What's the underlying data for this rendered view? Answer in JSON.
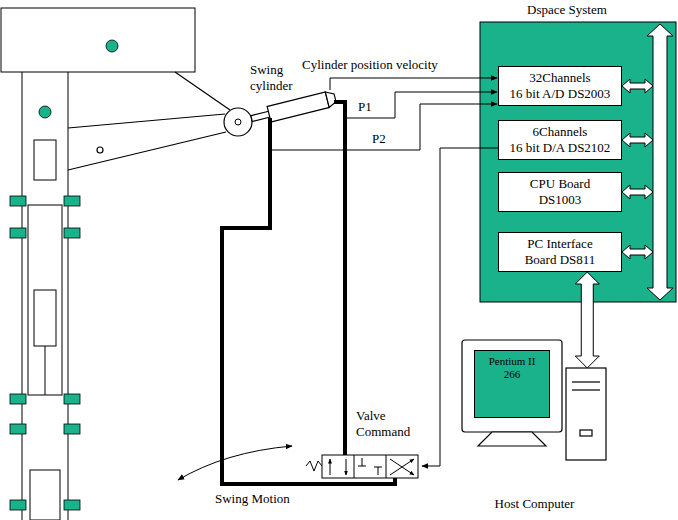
{
  "diagram": {
    "nodes": [
      {
        "text": [
          "Dspace System"
        ]
      },
      {
        "text": [
          "32Channels",
          "16 bit A/D DS2003"
        ],
        "in": 0
      },
      {
        "text": [
          "6Channels",
          "16 bit D/A DS2102"
        ],
        "in": 0
      },
      {
        "text": [
          "CPU Board",
          "DS1003"
        ],
        "in": 0
      },
      {
        "text": [
          "PC Interface",
          "Board DS811"
        ],
        "in": 0
      },
      {
        "text": [
          "Valve Command"
        ]
      },
      {
        "text": [
          "Host Computer"
        ]
      },
      {
        "text": [
          "Pentium II 266"
        ],
        "in": 6
      }
    ],
    "edges": [
      {
        "from": 2,
        "to": 5,
        "arrow": "to"
      },
      {
        "from": 4,
        "to": 6,
        "arrow": "both"
      }
    ],
    "labels": [
      "Swing cylinder",
      "Cylinder position velocity",
      "P1",
      "P2",
      "Swing Motion"
    ]
  }
}
